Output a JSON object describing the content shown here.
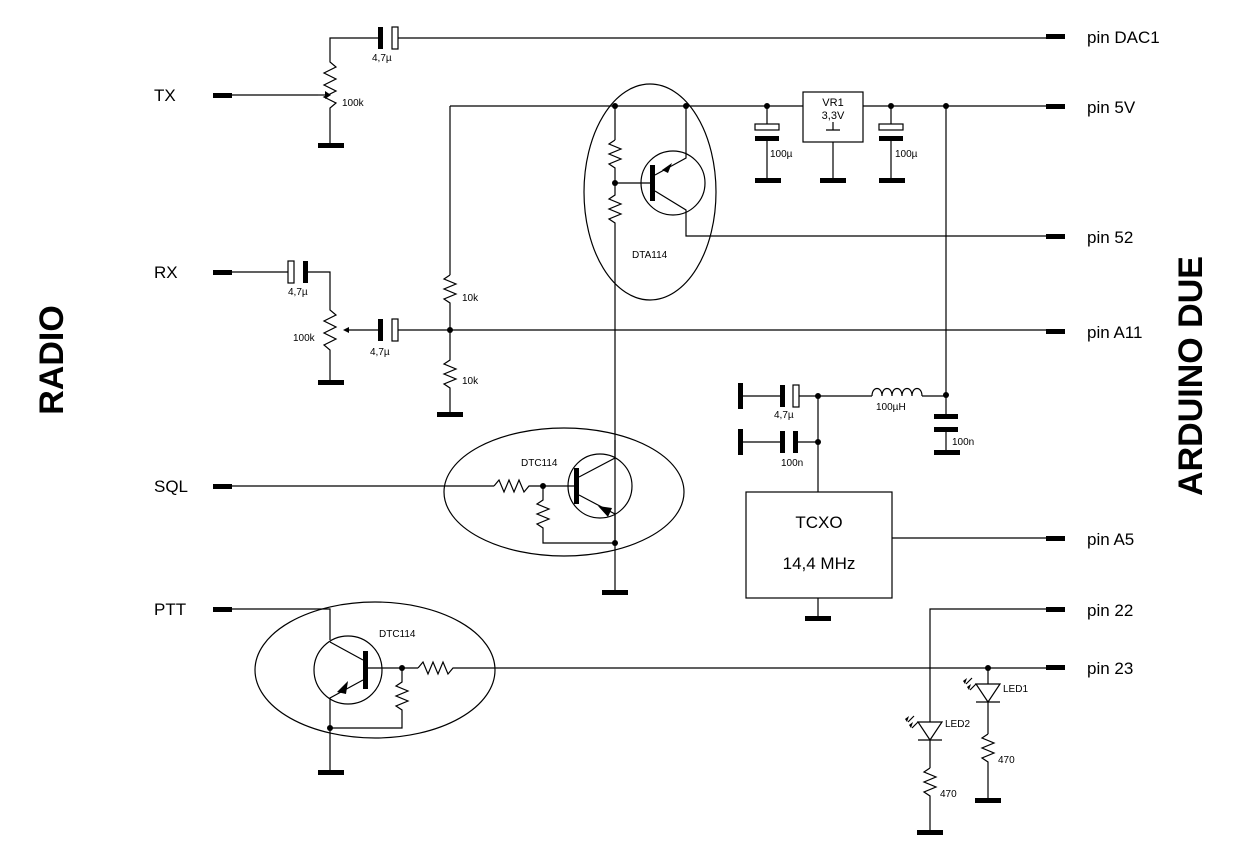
{
  "sides": {
    "left": "RADIO",
    "right": "ARDUINO DUE"
  },
  "radio_pins": {
    "tx": "TX",
    "rx": "RX",
    "sql": "SQL",
    "ptt": "PTT"
  },
  "arduino_pins": {
    "dac1": "pin DAC1",
    "v5": "pin 5V",
    "p52": "pin 52",
    "a11": "pin A11",
    "a5": "pin A5",
    "p22": "pin 22",
    "p23": "pin 23"
  },
  "components": {
    "c_tx": "4,7µ",
    "pot_tx": "100k",
    "c_rx": "4,7µ",
    "pot_rx": "100k",
    "c_a11": "4,7µ",
    "r_up": "10k",
    "r_down": "10k",
    "q_dta": "DTA114",
    "q_sql": "DTC114",
    "q_ptt": "DTC114",
    "c_5v": "100µ",
    "vr_name": "VR1",
    "vr_value": "3,3V",
    "c_33": "100µ",
    "c_tcxo1": "4,7µ",
    "c_tcxo2": "100n",
    "l1": "100µH",
    "c_l": "100n",
    "tcxo_name": "TCXO",
    "tcxo_freq": "14,4 MHz",
    "led1": "LED1",
    "led2": "LED2",
    "r_led1": "470",
    "r_led2": "470"
  }
}
